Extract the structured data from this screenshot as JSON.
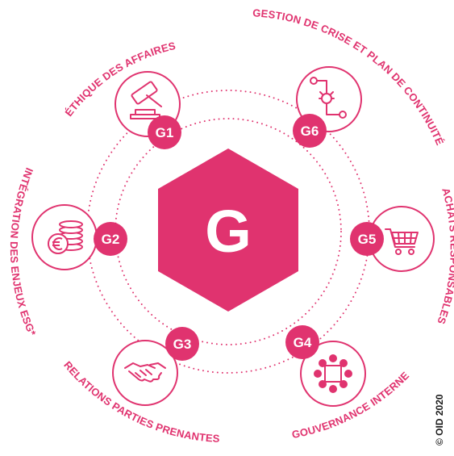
{
  "colors": {
    "accent": "#e0336f",
    "text_dark": "#1a1a1a",
    "background": "#ffffff"
  },
  "center": {
    "letter": "G"
  },
  "themes": [
    {
      "code": "G1",
      "label": "ÉTHIQUE DES AFFAIRES",
      "icon": "gavel-icon"
    },
    {
      "code": "G2",
      "label": "INTÉGRATION DES ENJEUX ESG*",
      "icon": "euro-coins-icon"
    },
    {
      "code": "G3",
      "label": "RELATIONS PARTIES PRENANTES",
      "icon": "handshake-icon"
    },
    {
      "code": "G4",
      "label": "GOUVERNANCE INTERNE",
      "icon": "meeting-table-icon"
    },
    {
      "code": "G5",
      "label": "ACHATS RESPONSABLES",
      "icon": "shopping-cart-icon"
    },
    {
      "code": "G6",
      "label": "GESTION DE CRISE ET PLAN DE CONTINUITÉ",
      "icon": "crisis-circuit-icon"
    }
  ],
  "copyright": "© OID 2020"
}
